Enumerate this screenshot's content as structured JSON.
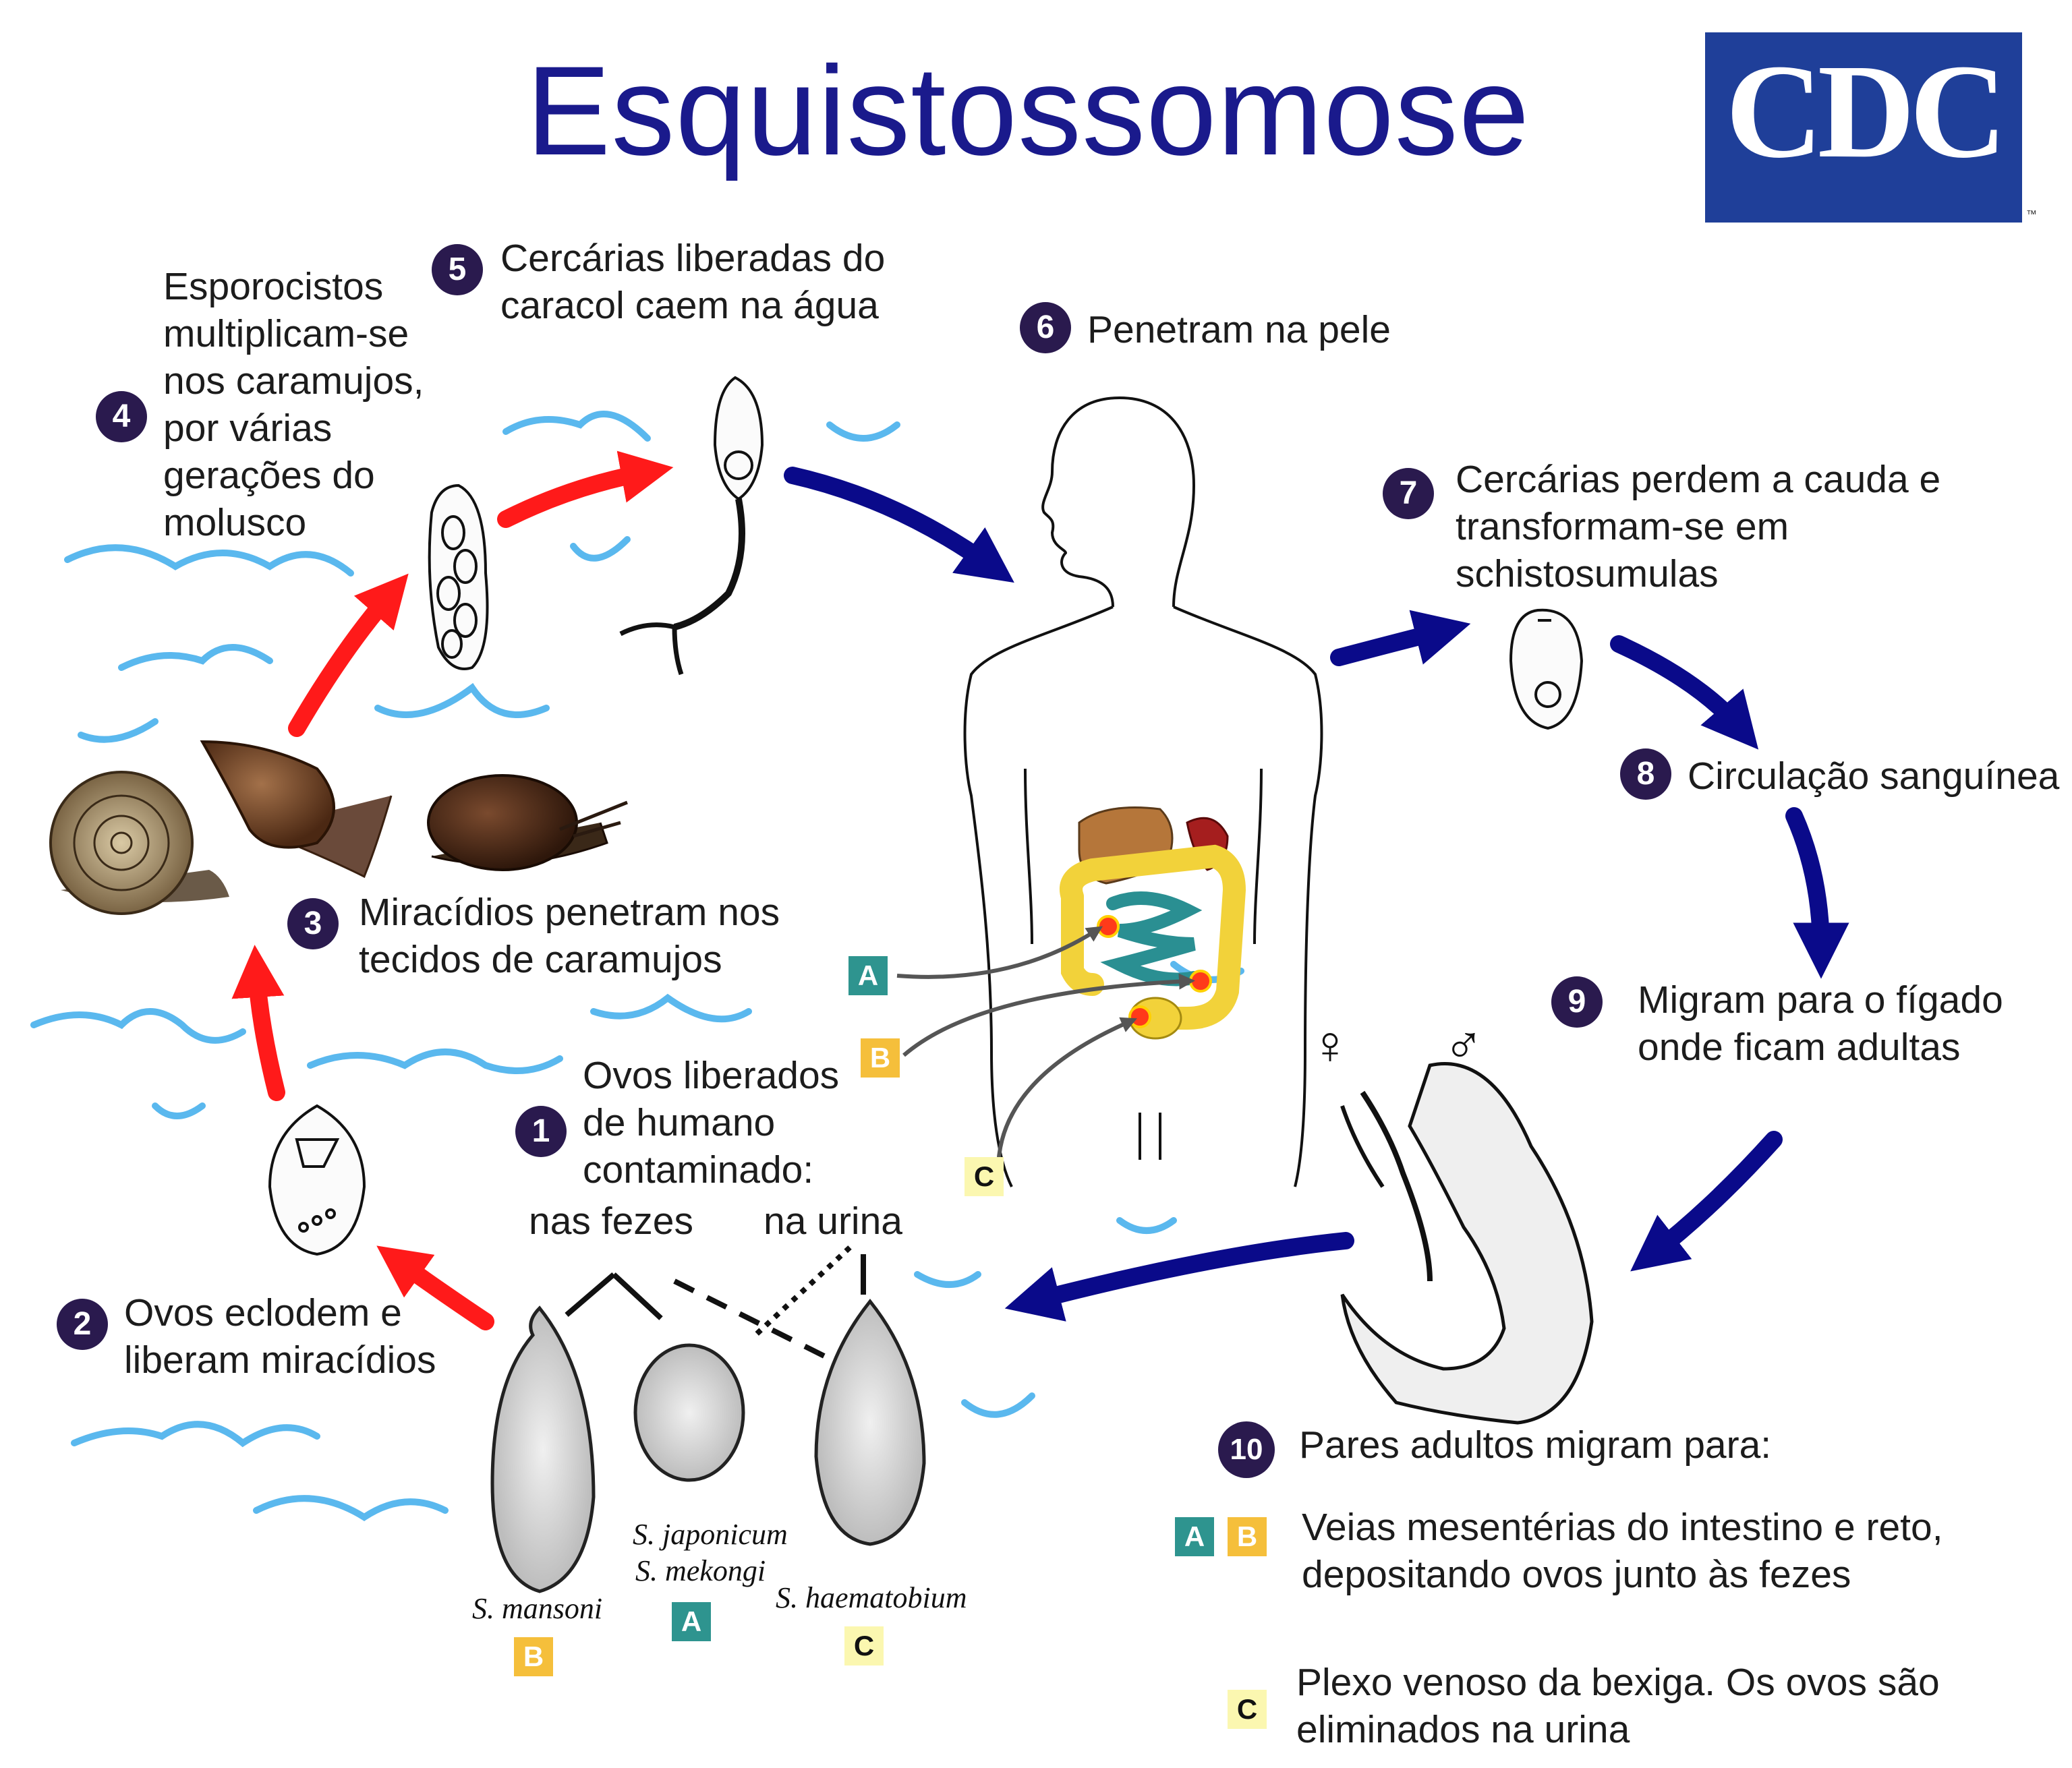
{
  "title": "Esquistossomose",
  "logo": {
    "text": "CDC",
    "tm": "™"
  },
  "steps": {
    "s1": {
      "num": "1",
      "lines": [
        "Ovos liberados",
        "de humano",
        "contaminado:"
      ]
    },
    "s1_fezes": "nas fezes",
    "s1_urina": "na urina",
    "s2": {
      "num": "2",
      "lines": [
        "Ovos eclodem e",
        "liberam miracídios"
      ]
    },
    "s3": {
      "num": "3",
      "lines": [
        "Miracídios penetram nos",
        "tecidos de caramujos"
      ]
    },
    "s4": {
      "num": "4",
      "lines": [
        "Esporocistos",
        "multiplicam-se",
        "nos caramujos,",
        "por várias",
        "gerações do",
        "molusco"
      ]
    },
    "s5": {
      "num": "5",
      "lines": [
        "Cercárias liberadas do",
        "caracol caem na água"
      ]
    },
    "s6": {
      "num": "6",
      "lines": [
        "Penetram na pele"
      ]
    },
    "s7": {
      "num": "7",
      "lines": [
        "Cercárias perdem a cauda e",
        "transformam-se em",
        "schistosumulas"
      ]
    },
    "s8": {
      "num": "8",
      "lines": [
        "Circulação sanguínea"
      ]
    },
    "s9": {
      "num": "9",
      "lines": [
        "Migram para o fígado",
        "onde ficam adultas"
      ]
    },
    "s10": {
      "num": "10",
      "lines": [
        "Pares adultos migram para:"
      ]
    }
  },
  "legend": {
    "ab": [
      "Veias mesentérias do intestino e reto,",
      "depositando ovos junto às fezes"
    ],
    "c": [
      "Plexo venoso da bexiga. Os ovos são",
      "eliminados na urina"
    ]
  },
  "badges": {
    "a": "A",
    "b": "B",
    "c": "C"
  },
  "species": {
    "mansoni": "S. mansoni",
    "japonicum": "S. japonicum",
    "mekongi": "S. mekongi",
    "haematobium": "S. haematobium"
  },
  "symbols": {
    "female": "♀",
    "male": "♂"
  },
  "colors": {
    "title": "#1a1a8c",
    "step_circle": "#2a1a4e",
    "arrow_red": "#ff1a1a",
    "arrow_blue": "#0a0a8a",
    "water": "#5ab8ee",
    "badge_a": "#2e948f",
    "badge_b": "#f5bf3b",
    "badge_c": "#fbf7b0",
    "logo_bg": "#1f3f99"
  }
}
